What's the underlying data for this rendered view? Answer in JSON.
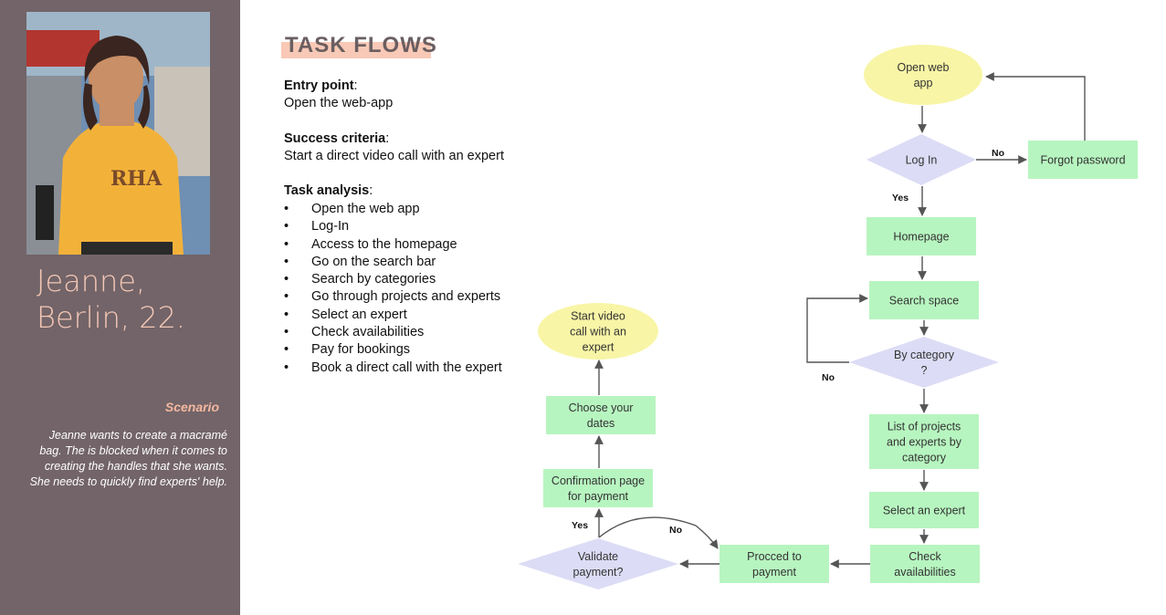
{
  "persona": {
    "name": "Jeanne,\nBerlin, 22.",
    "scenario_title": "Scenario",
    "scenario_text": "Jeanne wants to create a macramé bag. The is blocked when it comes to creating the handles that she wants. She needs to quickly find experts' help."
  },
  "page": {
    "title": "TASK FLOWS"
  },
  "entry": {
    "label": "Entry point",
    "text": "Open the web-app"
  },
  "success": {
    "label": "Success criteria",
    "text": "Start a direct video call with an expert"
  },
  "analysis": {
    "label": "Task analysis",
    "items": [
      "Open the web app",
      "Log-In",
      "Access to the homepage",
      "Go on the search bar",
      "Search by categories",
      "Go through projects and experts",
      "Select an expert",
      "Check availabilities",
      "Pay for bookings",
      "Book a direct call with the expert"
    ]
  },
  "flow": {
    "nodes": [
      {
        "id": "open",
        "shape": "ellipse",
        "lines": [
          "Open web",
          "app"
        ]
      },
      {
        "id": "login",
        "shape": "diamond",
        "lines": [
          "Log In"
        ]
      },
      {
        "id": "forgot",
        "shape": "rect",
        "lines": [
          "Forgot password"
        ]
      },
      {
        "id": "home",
        "shape": "rect",
        "lines": [
          "Homepage"
        ]
      },
      {
        "id": "search",
        "shape": "rect",
        "lines": [
          "Search space"
        ]
      },
      {
        "id": "bycat",
        "shape": "diamond",
        "lines": [
          "By category",
          "?"
        ]
      },
      {
        "id": "list",
        "shape": "rect",
        "lines": [
          "List of projects",
          "and experts by",
          "category"
        ]
      },
      {
        "id": "select",
        "shape": "rect",
        "lines": [
          "Select an expert"
        ]
      },
      {
        "id": "check",
        "shape": "rect",
        "lines": [
          "Check",
          "availabilities"
        ]
      },
      {
        "id": "proceed",
        "shape": "rect",
        "lines": [
          "Procced to",
          "payment"
        ]
      },
      {
        "id": "validate",
        "shape": "diamond",
        "lines": [
          "Validate",
          "payment?"
        ]
      },
      {
        "id": "confirm",
        "shape": "rect",
        "lines": [
          "Confirmation page",
          "for payment"
        ]
      },
      {
        "id": "dates",
        "shape": "rect",
        "lines": [
          "Choose your",
          "dates"
        ]
      },
      {
        "id": "start",
        "shape": "ellipse",
        "lines": [
          "Start video",
          "call with an",
          "expert"
        ]
      }
    ],
    "edge_labels": {
      "login_no": "No",
      "login_yes": "Yes",
      "bycat_no": "No",
      "validate_yes": "Yes",
      "validate_no": "No"
    }
  },
  "colors": {
    "sidebar": "#726468",
    "accent": "#f4c7b6",
    "rect": "#b7f5c0",
    "ellipse": "#f8f5a6",
    "diamond": "#dcdcf6",
    "arrow": "#555555"
  }
}
